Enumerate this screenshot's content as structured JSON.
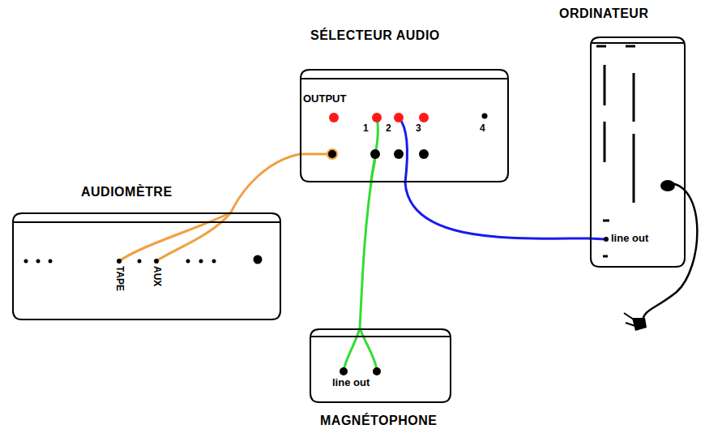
{
  "diagram": {
    "nodes": [
      {
        "text": [
          "SÉLECTEUR AUDIO",
          "OUTPUT",
          "1",
          "2",
          "3",
          "4"
        ]
      },
      {
        "text": [
          "ORDINATEUR",
          "line out"
        ]
      },
      {
        "text": [
          "AUDIOMÈTRE",
          "TAPE",
          "AUX"
        ]
      },
      {
        "text": [
          "line out",
          "MAGNÉTOPHONE"
        ]
      }
    ],
    "edges": [
      {
        "from": 0,
        "to": 2,
        "arrow": "none"
      },
      {
        "from": 0,
        "to": 3,
        "arrow": "none"
      },
      {
        "from": 0,
        "to": 1,
        "arrow": "none"
      }
    ]
  }
}
